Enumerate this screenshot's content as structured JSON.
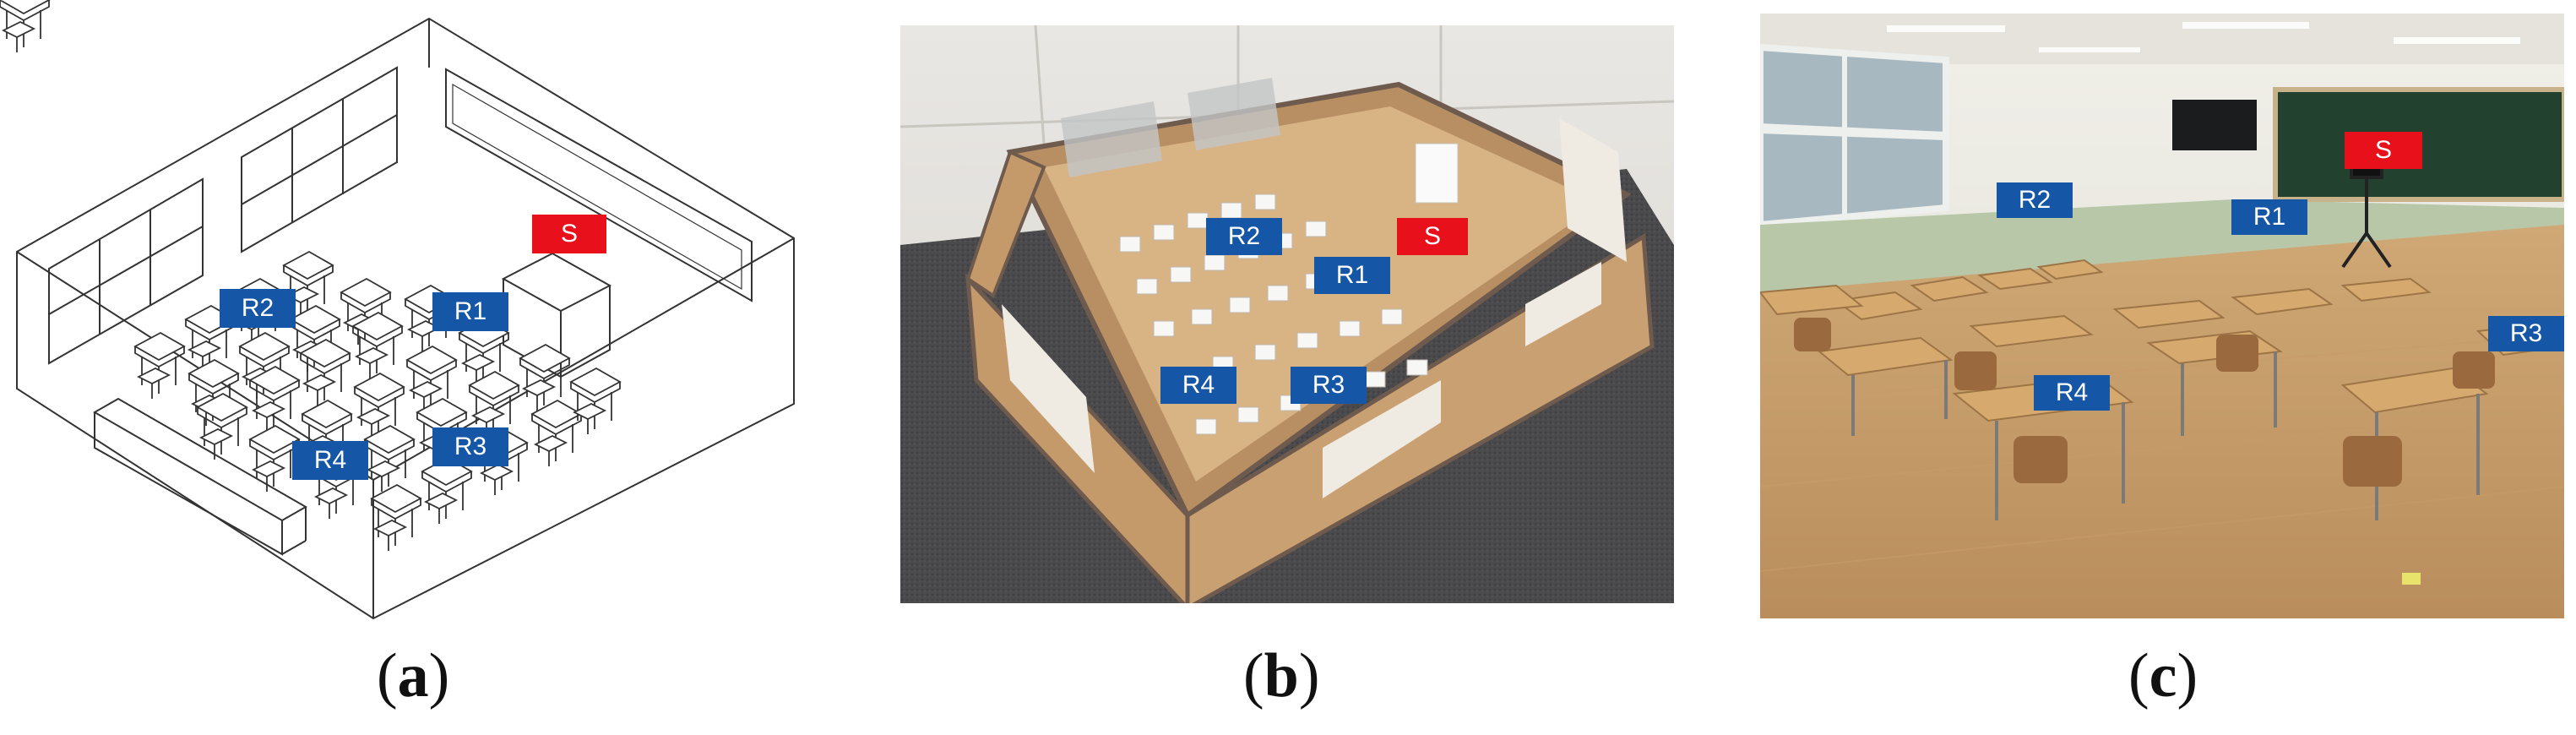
{
  "colors": {
    "receiver": "#1556a6",
    "source": "#e8111b"
  },
  "panels": [
    {
      "id": "a",
      "kind": "isometric classroom line drawing",
      "caption_letter": "a",
      "tags": {
        "s": "S",
        "r1": "R1",
        "r2": "R2",
        "r3": "R3",
        "r4": "R4"
      }
    },
    {
      "id": "b",
      "kind": "photo of scale model classroom",
      "caption_letter": "b",
      "tags": {
        "s": "S",
        "r1": "R1",
        "r2": "R2",
        "r3": "R3",
        "r4": "R4"
      }
    },
    {
      "id": "c",
      "kind": "photo of real classroom",
      "caption_letter": "c",
      "tags": {
        "s": "S",
        "r1": "R1",
        "r2": "R2",
        "r3": "R3",
        "r4": "R4"
      }
    }
  ]
}
